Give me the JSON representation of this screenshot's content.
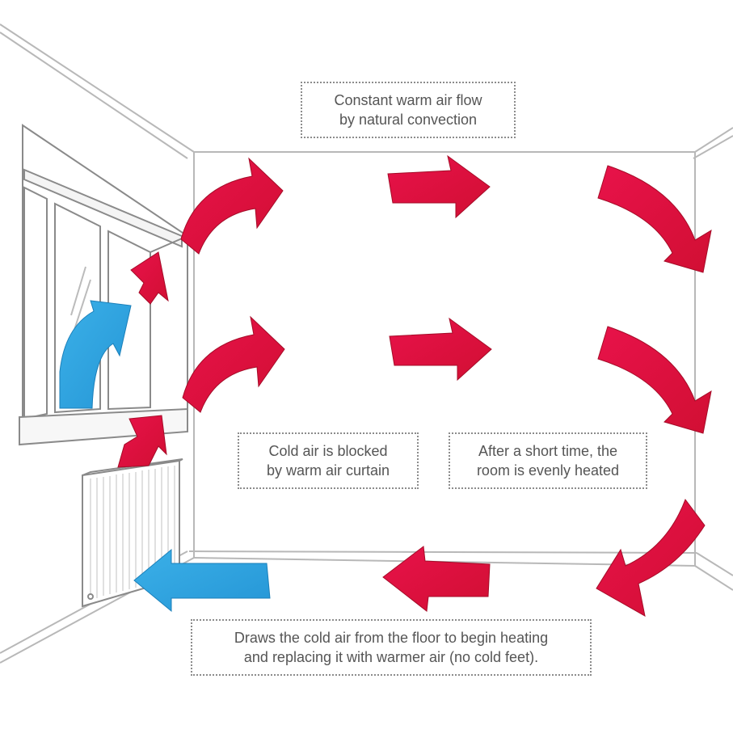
{
  "colors": {
    "warm_air": "#e2133f",
    "cold_air": "#2fa6e2",
    "line": "#b0b0b0",
    "label_text": "#555555"
  },
  "labels": {
    "top": [
      "Constant warm air flow",
      "by natural convection"
    ],
    "middle_left": [
      "Cold air is blocked",
      "by warm air curtain"
    ],
    "middle_right": [
      "After a short time, the",
      "room is evenly heated"
    ],
    "bottom": [
      "Draws the cold air from the floor to begin heating",
      "and replacing it with warmer air (no cold feet)."
    ]
  },
  "icons": {
    "warm": "warm-air-arrow-icon",
    "cold": "cold-air-arrow-icon",
    "radiator": "radiator-icon",
    "window": "window-icon"
  }
}
